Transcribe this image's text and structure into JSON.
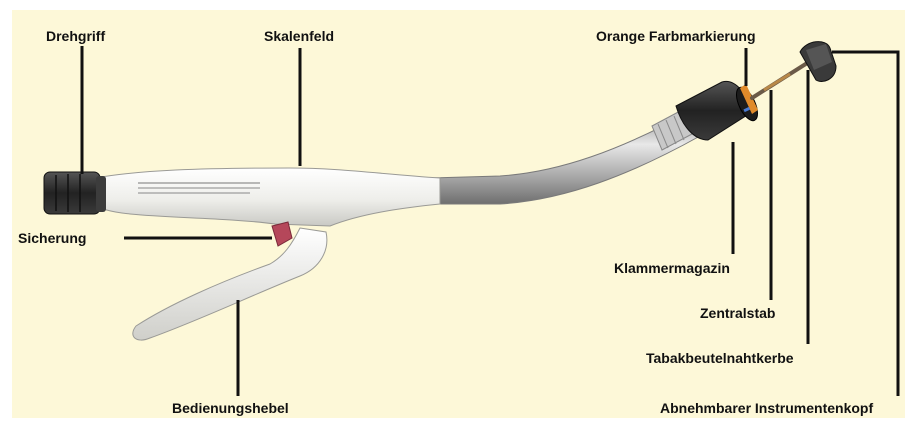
{
  "colors": {
    "background": "#fdf8d8",
    "border": "#ffffff",
    "handle_body": "#f3f2ee",
    "shaft": "#b8b8b8",
    "knob": "#2a2a2a",
    "safety": "#b5475a",
    "marking": "#e08a2a",
    "leader_line": "#111111"
  },
  "labels": {
    "drehgriff": "Drehgriff",
    "skalenfeld": "Skalenfeld",
    "sicherung": "Sicherung",
    "bedienungshebel": "Bedienungshebel",
    "orange_farbmarkierung": "Orange Farbmarkierung",
    "klammermagazin": "Klammermagazin",
    "zentralstab": "Zentralstab",
    "tabakbeutelnahtkerbe": "Tabakbeutelnahtkerbe",
    "abnehmbarer_instrumentenkopf": "Abnehmbarer Instrumentenkopf"
  }
}
